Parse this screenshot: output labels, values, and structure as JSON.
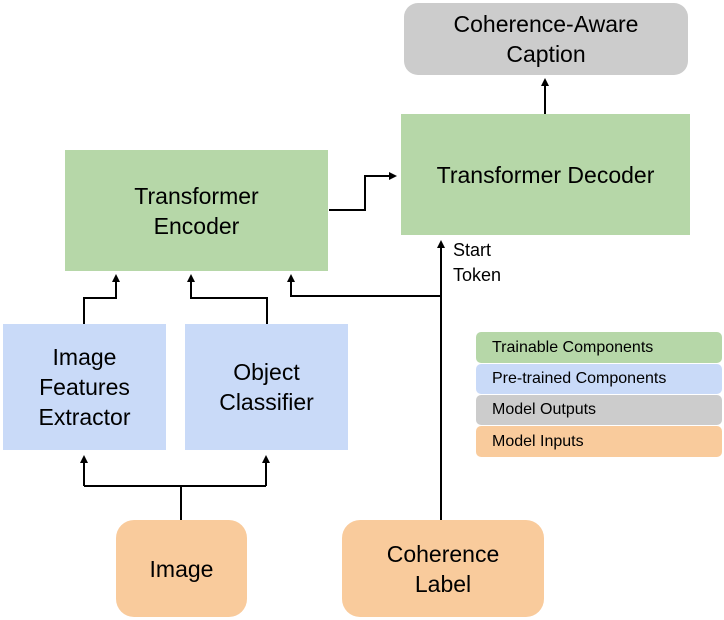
{
  "nodes": {
    "output_caption": "Coherence-Aware\nCaption",
    "decoder": "Transformer Decoder",
    "encoder": "Transformer\nEncoder",
    "image_features": "Image\nFeatures\nExtractor",
    "object_classifier": "Object\nClassifier",
    "image_input": "Image",
    "coherence_label": "Coherence\nLabel"
  },
  "edge_labels": {
    "start_token": "Start\nToken"
  },
  "legend": [
    {
      "label": "Trainable Components",
      "color": "#b6d7a8"
    },
    {
      "label": "Pre-trained Components",
      "color": "#c9daf8"
    },
    {
      "label": "Model Outputs",
      "color": "#cccccc"
    },
    {
      "label": "Model Inputs",
      "color": "#f9cb9c"
    }
  ],
  "colors": {
    "trainable": "#b6d7a8",
    "pretrained": "#c9daf8",
    "output": "#cccccc",
    "input": "#f9cb9c",
    "arrow": "#000000"
  }
}
